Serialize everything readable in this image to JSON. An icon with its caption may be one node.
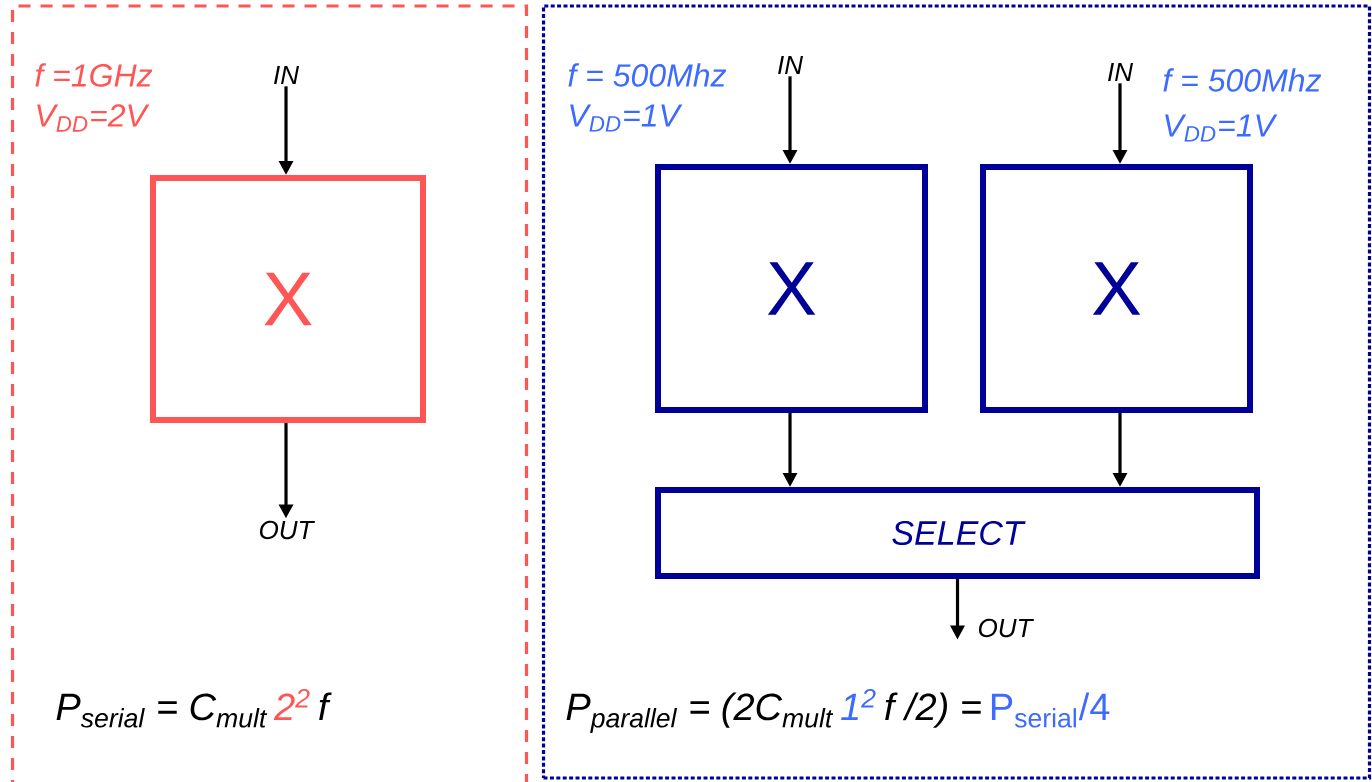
{
  "diagram": {
    "nodes": [
      {
        "text": [
          "f =1GHz",
          "V$_{DD}$=2V"
        ]
      },
      {
        "text": [
          "IN"
        ],
        "in": 0
      },
      {
        "text": [
          "X"
        ],
        "in": 0
      },
      {
        "text": [
          "OUT"
        ],
        "in": 0
      },
      {
        "text": [
          "f = 500Mhz",
          "V$_{DD}$=1V",
          "f = 500Mhz",
          "V$_{DD}$=1V"
        ]
      },
      {
        "text": [
          "IN"
        ],
        "in": 4
      },
      {
        "text": [
          "IN"
        ],
        "in": 4
      },
      {
        "text": [
          "X"
        ],
        "in": 4
      },
      {
        "text": [
          "X"
        ],
        "in": 4
      },
      {
        "text": [
          "SELECT"
        ],
        "in": 4
      },
      {
        "text": [
          "OUT"
        ],
        "in": 4
      }
    ],
    "edges": [
      {
        "from": 1,
        "to": 2,
        "arrow": "to"
      },
      {
        "from": 2,
        "to": 3,
        "arrow": "to"
      },
      {
        "from": 5,
        "to": 7,
        "arrow": "to"
      },
      {
        "from": 6,
        "to": 8,
        "arrow": "to"
      },
      {
        "from": 7,
        "to": 9,
        "arrow": "to"
      },
      {
        "from": 8,
        "to": 9,
        "arrow": "to"
      },
      {
        "from": 9,
        "to": 10,
        "arrow": "to"
      }
    ],
    "labels": [
      "P$_{serial}$ = C$_{mult}$",
      "2$^{2}$",
      "f",
      "P$_{parallel}$ = (2C$_{mult}$",
      "1$^{2}$",
      "f /2) =",
      "P$_{serial}$/4"
    ]
  }
}
